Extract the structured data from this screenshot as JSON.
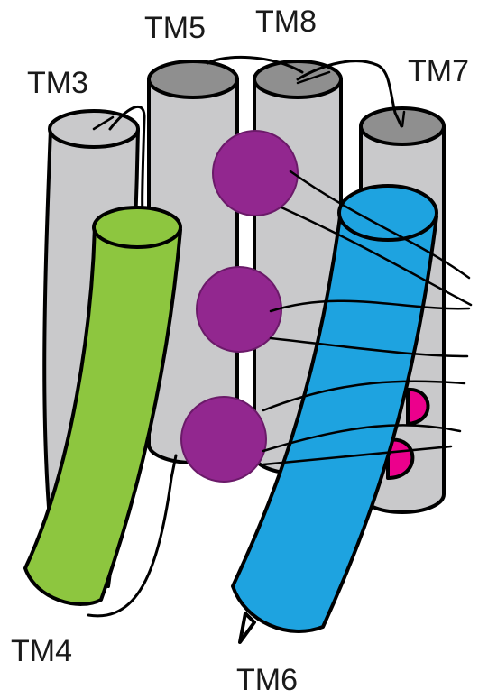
{
  "labels": {
    "tm3": "TM3",
    "tm4": "TM4",
    "tm5": "TM5",
    "tm6": "TM6",
    "tm7": "TM7",
    "tm8": "TM8"
  },
  "colors": {
    "gray_body": "#c9c9cb",
    "gray_top_light": "#c9c9cb",
    "gray_top_dark": "#8f8f8f",
    "green_helix": "#8dc63f",
    "blue_helix": "#1ea3e0",
    "purple_ion": "#92278f",
    "magenta_site": "#ec008c",
    "outline": "#000000"
  }
}
